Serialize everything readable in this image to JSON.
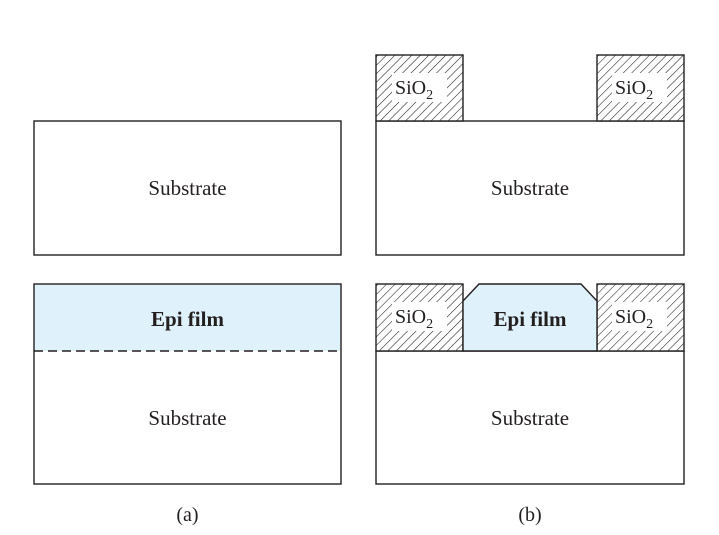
{
  "diagram": {
    "panel_a": {
      "before": {
        "substrate_label": "Substrate"
      },
      "after": {
        "epi_label": "Epi film",
        "substrate_label": "Substrate"
      },
      "caption": "(a)"
    },
    "panel_b": {
      "before": {
        "oxide_left": "SiO",
        "oxide_right": "SiO",
        "substrate_label": "Substrate"
      },
      "after": {
        "oxide_left": "SiO",
        "oxide_right": "SiO",
        "epi_label": "Epi film",
        "substrate_label": "Substrate"
      },
      "caption": "(b)",
      "subscript": "2"
    },
    "colors": {
      "outline": "#231f20",
      "epi_fill": "#dff1fb",
      "background": "#ffffff",
      "hatch": "#231f20"
    }
  }
}
